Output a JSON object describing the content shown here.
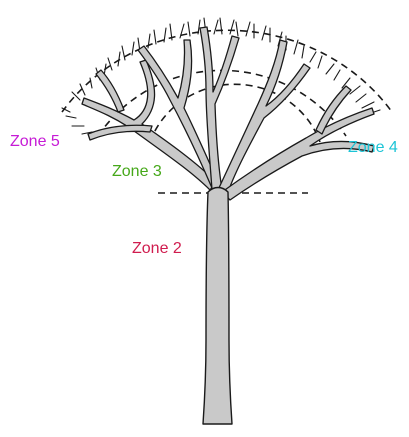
{
  "diagram": {
    "labels": [
      {
        "id": "zone5",
        "text": "Zone 5",
        "color": "#c61bd6"
      },
      {
        "id": "zone4",
        "text": "Zone 4",
        "color": "#1cc4d6"
      },
      {
        "id": "zone3",
        "text": "Zone 3",
        "color": "#46a81a"
      },
      {
        "id": "zone2",
        "text": "Zone 2",
        "color": "#d01c4e"
      }
    ],
    "tree_fill": "#c9c9c9",
    "outline_color": "#1a1a1a"
  }
}
